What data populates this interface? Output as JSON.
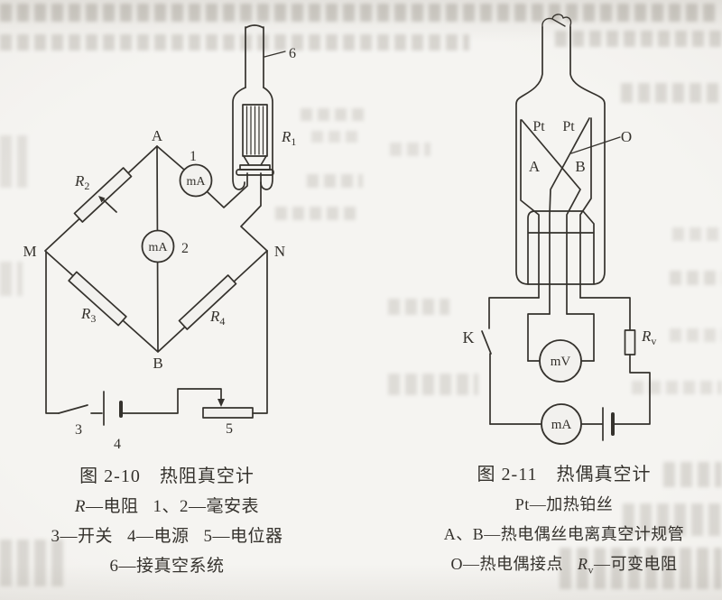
{
  "colors": {
    "paper": "#f2f1ee",
    "ink": "#35322d"
  },
  "fig210": {
    "labels": {
      "node_a": "A",
      "node_m": "M",
      "node_n": "N",
      "node_b": "B",
      "meter1_num": "1",
      "meter2_num": "2",
      "meter1": "mA",
      "meter2": "mA",
      "r1_base": "R",
      "r1_sub": "1",
      "r2_base": "R",
      "r2_sub": "2",
      "r3_base": "R",
      "r3_sub": "3",
      "r4_base": "R",
      "r4_sub": "4",
      "switch": "3",
      "battery": "4",
      "pot": "5",
      "lead": "6"
    },
    "caption": {
      "title": "图 2-10　热阻真空计",
      "l2_r": "R",
      "l2_a": "—电阻",
      "l2_b": "1、2—毫安表",
      "l3_a": "3—开关",
      "l3_b": "4—电源",
      "l3_c": "5—电位器",
      "l4": "6—接真空系统"
    }
  },
  "fig211": {
    "labels": {
      "pt_left": "Pt",
      "pt_right": "Pt",
      "a": "A",
      "b": "B",
      "o": "O",
      "k": "K",
      "mv": "mV",
      "ma": "mA",
      "rv_base": "R",
      "rv_sub": "v"
    },
    "caption": {
      "title": "图 2-11　热偶真空计",
      "l2": "Pt—加热铂丝",
      "l3": "A、B—热电偶丝电离真空计规管",
      "l4_a": "O—热电偶接点",
      "l4_r": "R",
      "l4_sub": "v",
      "l4_b": "—可变电阻"
    }
  }
}
